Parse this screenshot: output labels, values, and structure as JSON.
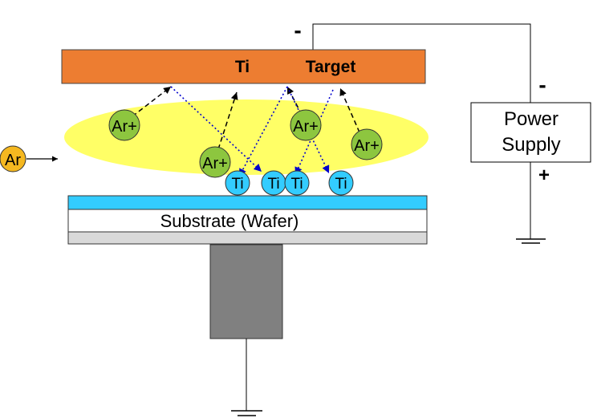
{
  "target": {
    "element": "Ti",
    "label": "Target"
  },
  "substrate": {
    "label": "Substrate (Wafer)"
  },
  "power_supply": {
    "line1": "Power",
    "line2": "Supply"
  },
  "polarity": {
    "target_side": "-",
    "supply_top": "-",
    "supply_bottom": "+"
  },
  "ions": [
    {
      "label": "Ar+"
    },
    {
      "label": "Ar+"
    },
    {
      "label": "Ar+"
    },
    {
      "label": "Ar+"
    }
  ],
  "neutral_gas": {
    "label": "Ar"
  },
  "sputtered_atoms": [
    {
      "label": "Ti"
    },
    {
      "label": "Ti"
    },
    {
      "label": "Ti"
    },
    {
      "label": "Ti"
    }
  ],
  "colors": {
    "target": "#ED7D31",
    "plasma": "#FFFF66",
    "ion": "#8DC63F",
    "neutral_gas": "#F5B820",
    "ti_atom": "#33CCFF",
    "wafer_film": "#33CCFF",
    "chuck_base": "#D9D9D9",
    "pedestal": "#808080",
    "ion_path": "#000000",
    "sputter_path": "#0000CC"
  }
}
